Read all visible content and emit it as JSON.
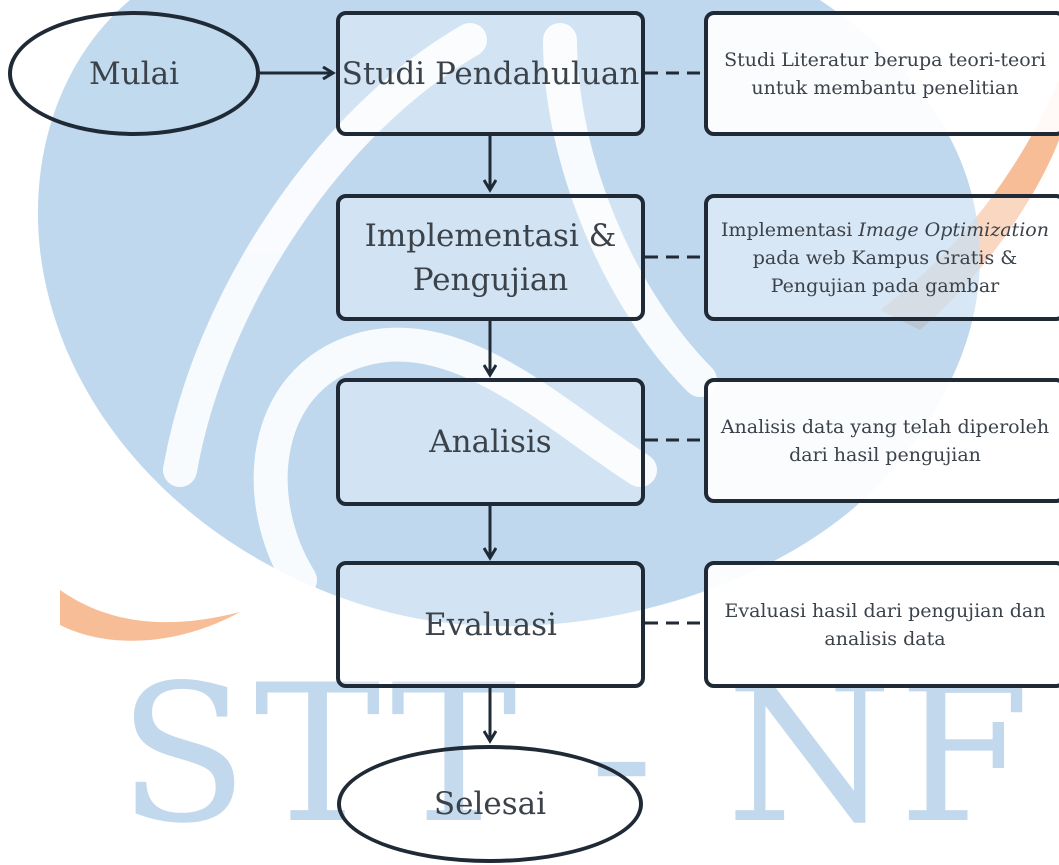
{
  "watermark": {
    "text": "STT - NF"
  },
  "diagram": {
    "start": "Mulai",
    "end": "Selesai",
    "steps": [
      {
        "label_line1": "Studi Pendahuluan",
        "label_line2": ""
      },
      {
        "label_line1": "Implementasi &",
        "label_line2": "Pengujian"
      },
      {
        "label_line1": "Analisis",
        "label_line2": ""
      },
      {
        "label_line1": "Evaluasi",
        "label_line2": ""
      }
    ],
    "descriptions": [
      {
        "line1": "Studi Literatur berupa teori-teori",
        "line2": "untuk membantu penelitian"
      },
      {
        "line1_prefix": "Implementasi ",
        "line1_emphasis": "Image Optimization",
        "line2": "pada web Kampus Gratis &",
        "line3": "Pengujian pada gambar"
      },
      {
        "line1": "Analisis data yang telah diperoleh",
        "line2": "dari hasil pengujian"
      },
      {
        "line1": "Evaluasi hasil dari pengujian dan",
        "line2": "analisis data"
      }
    ]
  },
  "colors": {
    "watermark_blue": "#a9cbe8",
    "watermark_orange": "#f6b184",
    "border": "#1f2a36",
    "text": "#3b424a"
  }
}
